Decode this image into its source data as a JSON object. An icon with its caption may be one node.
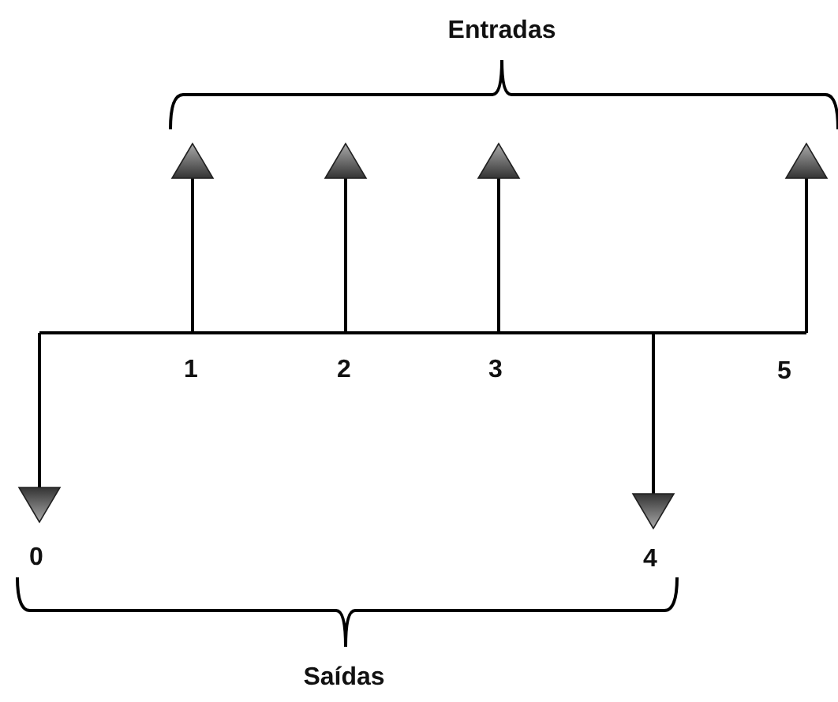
{
  "diagram": {
    "labels": [
      "Entradas",
      "1",
      "2",
      "3",
      "5",
      "0",
      "4",
      "Saídas"
    ]
  }
}
